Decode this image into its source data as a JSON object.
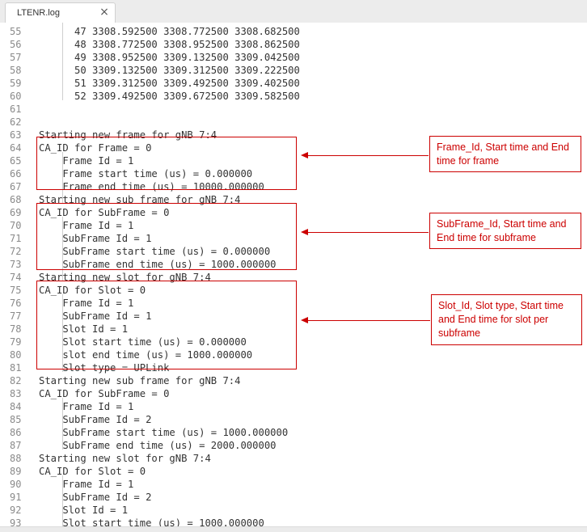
{
  "tab": {
    "title": "LTENR.log",
    "close_glyph": "×",
    "close_icon": "close-icon"
  },
  "editor": {
    "lines": [
      {
        "num": "55",
        "text": "      47 3308.592500 3308.772500 3308.682500"
      },
      {
        "num": "56",
        "text": "      48 3308.772500 3308.952500 3308.862500"
      },
      {
        "num": "57",
        "text": "      49 3308.952500 3309.132500 3309.042500"
      },
      {
        "num": "58",
        "text": "      50 3309.132500 3309.312500 3309.222500"
      },
      {
        "num": "59",
        "text": "      51 3309.312500 3309.492500 3309.402500"
      },
      {
        "num": "60",
        "text": "      52 3309.492500 3309.672500 3309.582500"
      },
      {
        "num": "61",
        "text": ""
      },
      {
        "num": "62",
        "text": ""
      },
      {
        "num": "63",
        "text": "Starting new frame for gNB 7:4"
      },
      {
        "num": "64",
        "text": "CA_ID for Frame = 0"
      },
      {
        "num": "65",
        "text": "    Frame Id = 1"
      },
      {
        "num": "66",
        "text": "    Frame start time (us) = 0.000000"
      },
      {
        "num": "67",
        "text": "    Frame end time (us) = 10000.000000"
      },
      {
        "num": "68",
        "text": "Starting new sub frame for gNB 7:4"
      },
      {
        "num": "69",
        "text": "CA_ID for SubFrame = 0"
      },
      {
        "num": "70",
        "text": "    Frame Id = 1"
      },
      {
        "num": "71",
        "text": "    SubFrame Id = 1"
      },
      {
        "num": "72",
        "text": "    SubFrame start time (us) = 0.000000"
      },
      {
        "num": "73",
        "text": "    SubFrame end time (us) = 1000.000000"
      },
      {
        "num": "74",
        "text": "Starting new slot for gNB 7:4"
      },
      {
        "num": "75",
        "text": "CA_ID for Slot = 0"
      },
      {
        "num": "76",
        "text": "    Frame Id = 1"
      },
      {
        "num": "77",
        "text": "    SubFrame Id = 1"
      },
      {
        "num": "78",
        "text": "    Slot Id = 1"
      },
      {
        "num": "79",
        "text": "    Slot start time (us) = 0.000000"
      },
      {
        "num": "80",
        "text": "    slot end time (us) = 1000.000000"
      },
      {
        "num": "81",
        "text": "    Slot type = UPLink"
      },
      {
        "num": "82",
        "text": "Starting new sub frame for gNB 7:4"
      },
      {
        "num": "83",
        "text": "CA_ID for SubFrame = 0"
      },
      {
        "num": "84",
        "text": "    Frame Id = 1"
      },
      {
        "num": "85",
        "text": "    SubFrame Id = 2"
      },
      {
        "num": "86",
        "text": "    SubFrame start time (us) = 1000.000000"
      },
      {
        "num": "87",
        "text": "    SubFrame end time (us) = 2000.000000"
      },
      {
        "num": "88",
        "text": "Starting new slot for gNB 7:4"
      },
      {
        "num": "89",
        "text": "CA_ID for Slot = 0"
      },
      {
        "num": "90",
        "text": "    Frame Id = 1"
      },
      {
        "num": "91",
        "text": "    SubFrame Id = 2"
      },
      {
        "num": "92",
        "text": "    Slot Id = 1"
      },
      {
        "num": "93",
        "text": "    Slot start time (us) = 1000.000000"
      }
    ]
  },
  "annotations": {
    "frame": "Frame_Id, Start time and End time for frame",
    "subframe": "SubFrame_Id, Start time and End time for subframe",
    "slot": "Slot_Id, Slot type, Start time and End time for slot per subframe"
  },
  "colors": {
    "annotation": "#cc0000",
    "code_text": "#333333",
    "line_number": "#8a8a8a"
  }
}
